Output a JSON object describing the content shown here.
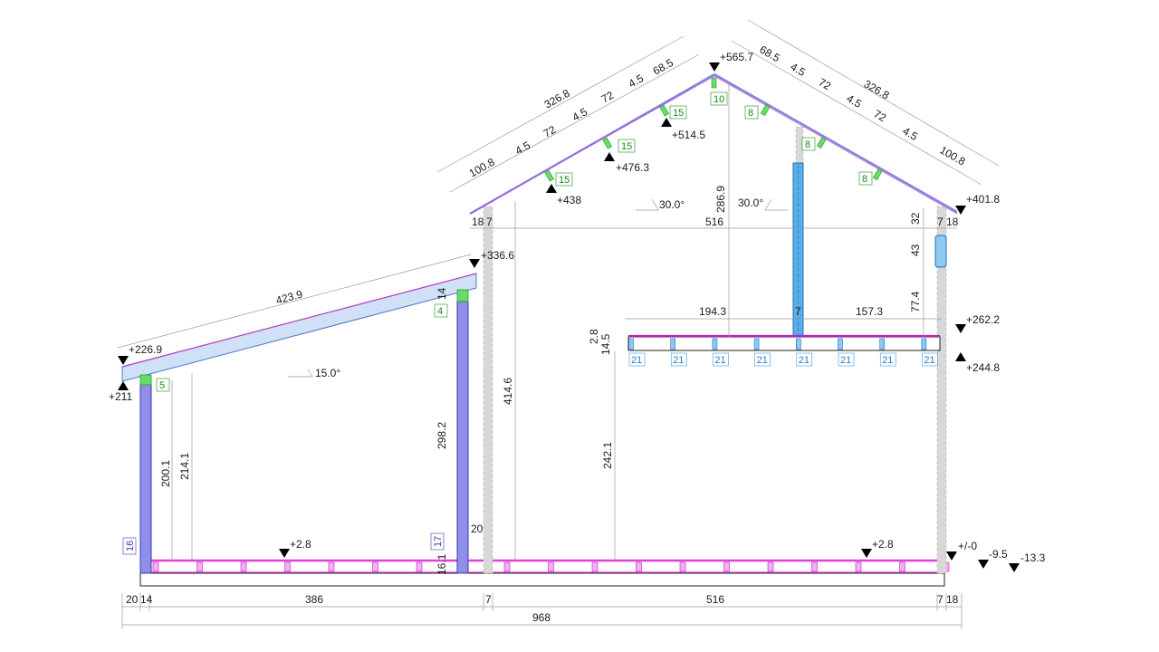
{
  "colors": {
    "rafter": "#8080e0",
    "beam_fill": "#cfe0f7",
    "beam_stroke": "#4a78c8",
    "post_fill": "#8f8fea",
    "post_stroke": "#3a3ab0",
    "pink": "#e040e0",
    "green_tag": "#1a8a1a",
    "green_fill": "#66dd66",
    "blue_tag": "#1f7fd0",
    "blue_col": "#5aaee8",
    "wall": "#b8b8b8",
    "level_marker": "#000000"
  },
  "roof_slope_left": {
    "segments": [
      "100.8",
      "4.5",
      "72",
      "4.5",
      "72",
      "4.5",
      "68.5"
    ],
    "total": "326.8"
  },
  "roof_slope_right": {
    "segments": [
      "68.5",
      "4.5",
      "72",
      "4.5",
      "72",
      "4.5",
      "100.8"
    ],
    "total": "326.8"
  },
  "levels": {
    "ridge": "+565.7",
    "l514": "+514.5",
    "l476": "+476.3",
    "l438": "+438",
    "eave_right": "+401.8",
    "shed_top": "+336.6",
    "shed_low": "+226.9",
    "shed_bearing": "+211",
    "deck_top": "+262.2",
    "deck_bottom": "+244.8",
    "floor_left": "+2.8",
    "floor_right": "+2.8",
    "zero": "+/-0",
    "m9": "-9.5",
    "m13": "-13.3"
  },
  "angles": {
    "roof_left": "30.0°",
    "roof_right": "30.0°",
    "shed": "15.0°"
  },
  "dims": {
    "shed_length": "423.9",
    "wall_left_a": "18",
    "wall_left_b": "7",
    "width_upper": "516",
    "wall_right_a": "7",
    "wall_right_b": "18",
    "ridge_height": "286.9",
    "d32": "32",
    "d43": "43",
    "d77": "77.4",
    "d194": "194.3",
    "d7mid": "7",
    "d157": "157.3",
    "d28": "2.8",
    "d145": "14.5",
    "d14": "14",
    "d4146": "414.6",
    "d2982": "298.2",
    "d2001": "200.1",
    "d2141": "214.1",
    "d2421": "242.1",
    "d20v": "20",
    "d161": "16.1",
    "b20": "20",
    "b14": "14",
    "b386": "386",
    "b7": "7",
    "b516": "516",
    "b7r": "7",
    "b18": "18",
    "total": "968"
  },
  "tags": {
    "green": [
      "15",
      "15",
      "15",
      "10",
      "8",
      "8",
      "8",
      "5",
      "4"
    ],
    "blue_joists": [
      "21",
      "21",
      "21",
      "21",
      "21",
      "21",
      "21",
      "21"
    ],
    "post_left": "16",
    "post_mid": "17"
  }
}
